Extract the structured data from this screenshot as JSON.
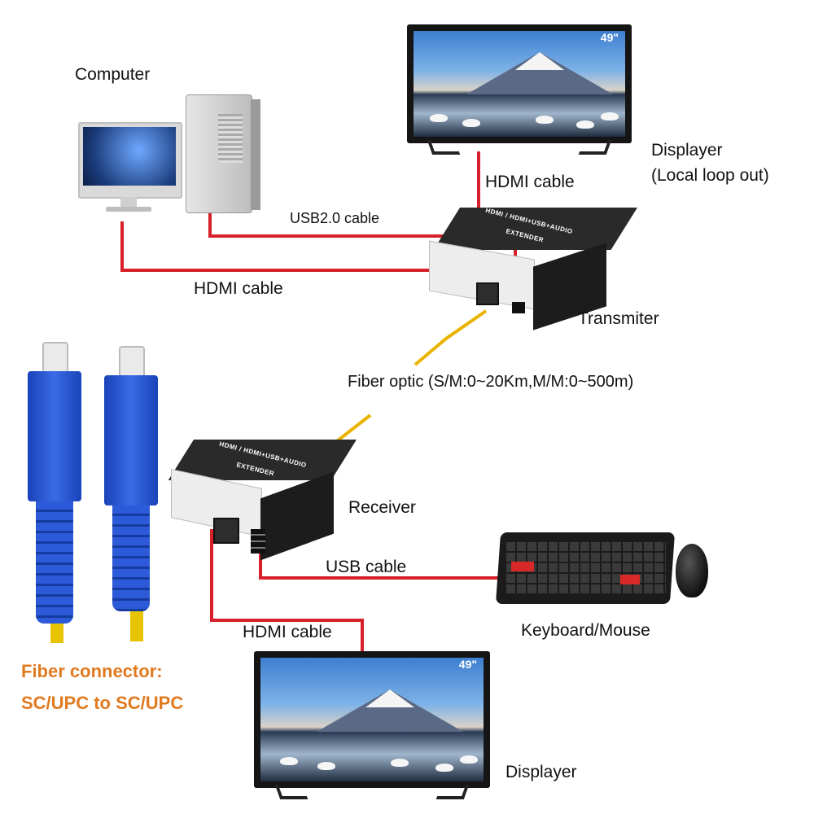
{
  "labels": {
    "computer": "Computer",
    "displayer_top": "Displayer",
    "local_loop_out": "(Local loop out)",
    "hdmi_cable_top": "HDMI cable",
    "usb20_cable": "USB2.0 cable",
    "hdmi_cable_left": "HDMI cable",
    "transmiter": "Transmiter",
    "fiber_optic": "Fiber optic  (S/M:0~20Km,M/M:0~500m)",
    "receiver": "Receiver",
    "usb_cable": "USB cable",
    "keyboard_mouse": "Keyboard/Mouse",
    "hdmi_cable_bottom": "HDMI cable",
    "displayer_bottom": "Displayer",
    "fiber_connector_title": "Fiber connector:",
    "fiber_connector_type": "SC/UPC to SC/UPC"
  },
  "tv": {
    "size_label": "49\""
  },
  "device": {
    "top_text": "HDMI / HDMI+USB+AUDIO",
    "extender_text": "EXTENDER"
  },
  "colors": {
    "cable_red": "#d8202a",
    "fiber_yellow": "#e8b400",
    "connector_blue": "#1f4fc8",
    "label_orange": "#e07a1f"
  }
}
